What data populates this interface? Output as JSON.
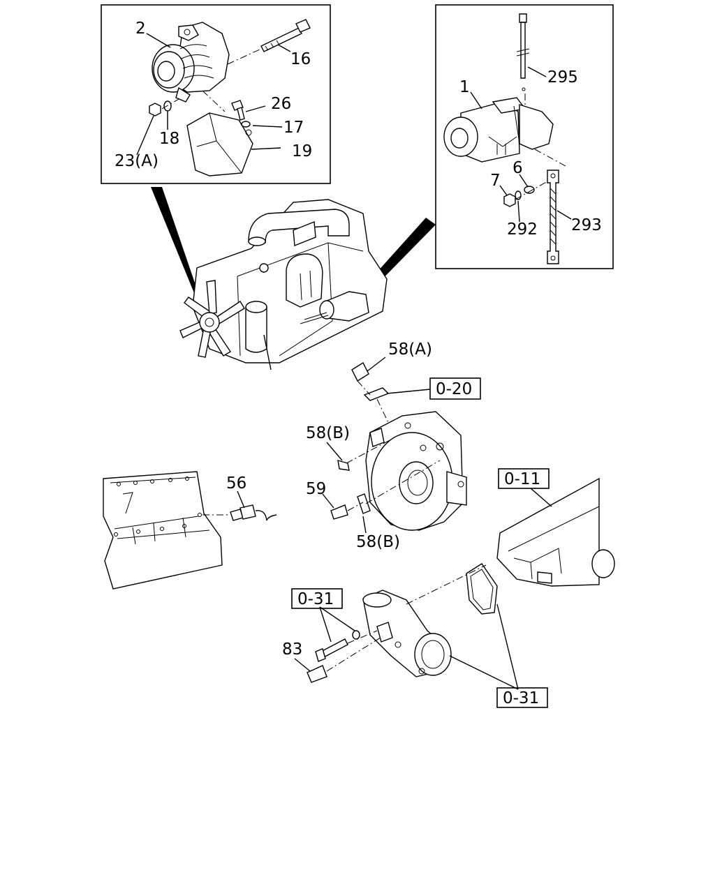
{
  "labels": {
    "alt_2": "2",
    "alt_16": "16",
    "alt_26": "26",
    "alt_17": "17",
    "alt_18": "18",
    "alt_19": "19",
    "alt_23a": "23(A)",
    "st_1": "1",
    "st_295": "295",
    "st_6": "6",
    "st_7": "7",
    "st_292": "292",
    "st_293": "293",
    "p_58a": "58(A)",
    "p_58b_top": "58(B)",
    "p_58b_bottom": "58(B)",
    "p_59": "59",
    "p_56": "56",
    "p_83": "83"
  },
  "refs": {
    "r_0_20": "0-20",
    "r_0_11": "0-11",
    "r_0_31_left": "0-31",
    "r_0_31_right": "0-31"
  }
}
